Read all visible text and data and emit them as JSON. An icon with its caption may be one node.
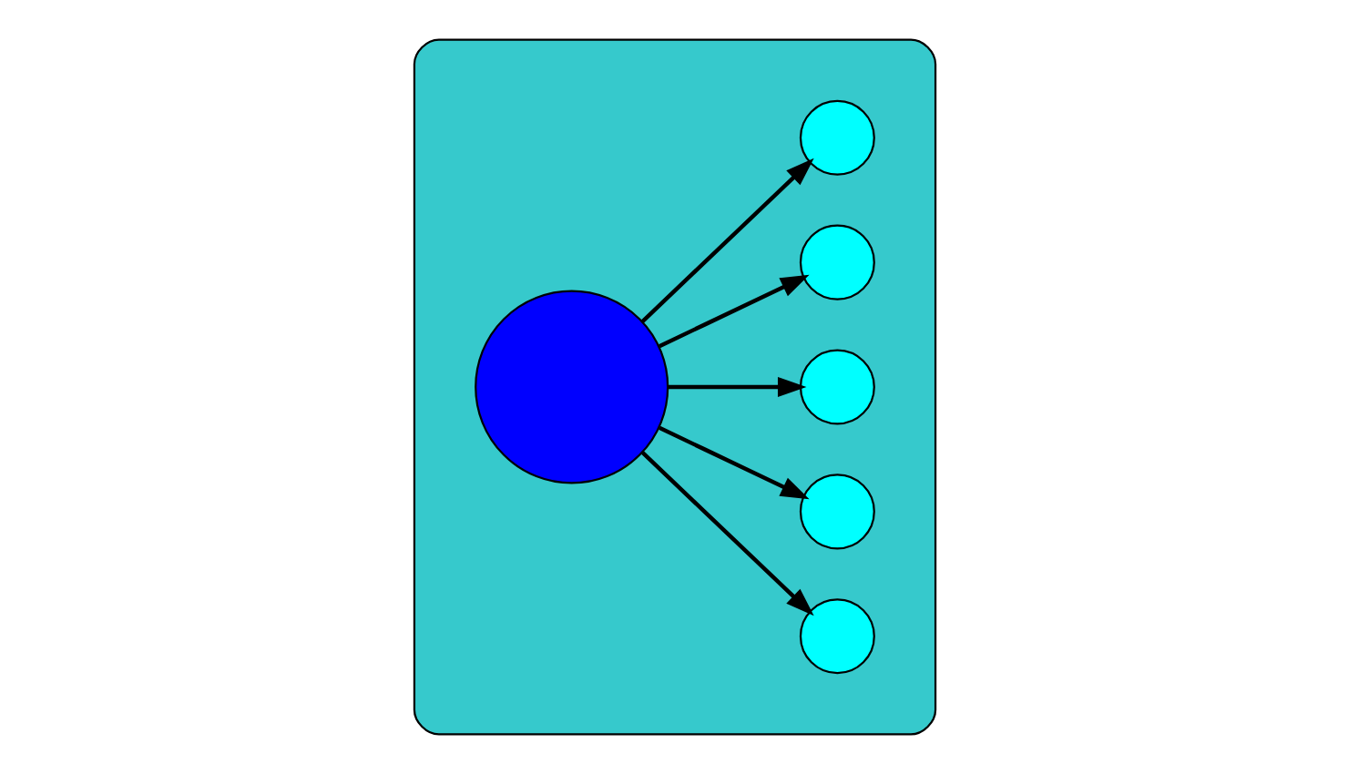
{
  "diagram": {
    "nodes": [
      {
        "text": [],
        "shape": "cloud"
      },
      {
        "text": [],
        "shape": "circle",
        "in": 0
      },
      {
        "text": [],
        "shape": "circle",
        "in": 0
      },
      {
        "text": [],
        "shape": "circle",
        "in": 0
      },
      {
        "text": [],
        "shape": "circle",
        "in": 0
      },
      {
        "text": [],
        "shape": "circle",
        "in": 0
      },
      {
        "text": [],
        "shape": "circle",
        "in": 0
      }
    ],
    "edges": [
      {
        "from": 1,
        "to": 2,
        "arrow": "to"
      },
      {
        "from": 1,
        "to": 3,
        "arrow": "to"
      },
      {
        "from": 1,
        "to": 4,
        "arrow": "to"
      },
      {
        "from": 1,
        "to": 5,
        "arrow": "to"
      },
      {
        "from": 1,
        "to": 6,
        "arrow": "to"
      }
    ]
  }
}
